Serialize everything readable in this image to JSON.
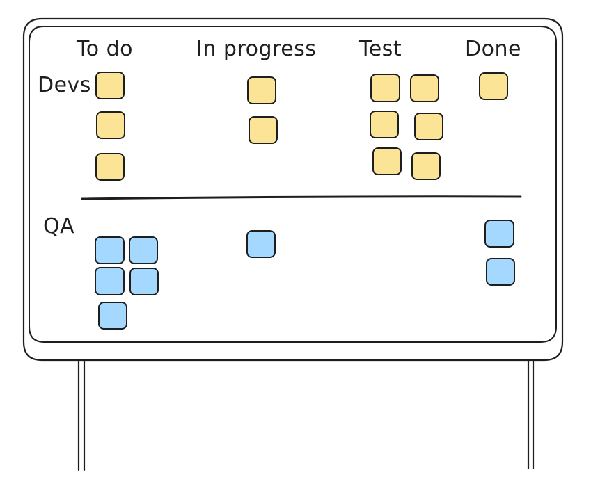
{
  "columns": [
    {
      "label": "To do"
    },
    {
      "label": "In progress"
    },
    {
      "label": "Test"
    },
    {
      "label": "Done"
    }
  ],
  "rows": [
    {
      "label": "Devs",
      "note_color": "#fce497"
    },
    {
      "label": "QA",
      "note_color": "#a5d8ff"
    }
  ],
  "cards": {
    "devs": {
      "to_do": 3,
      "in_progress": 2,
      "test": 6,
      "done": 1
    },
    "qa": {
      "to_do": 5,
      "in_progress": 1,
      "test": 0,
      "done": 2
    }
  },
  "colors": {
    "stroke": "#1e1e1e",
    "dev_note": "#fce497",
    "qa_note": "#a5d8ff",
    "board_fill": "#ffffff"
  }
}
